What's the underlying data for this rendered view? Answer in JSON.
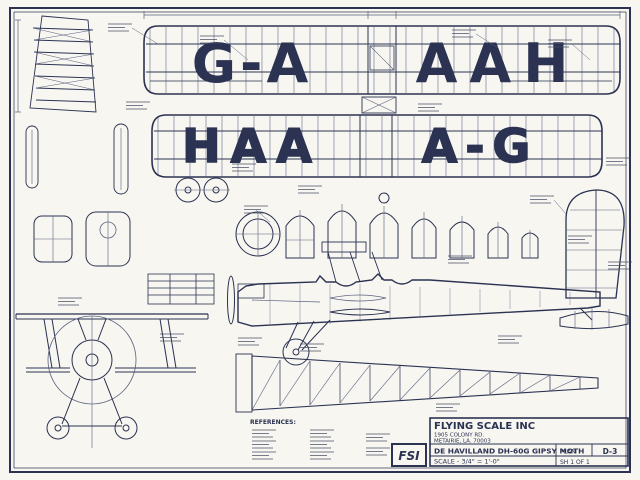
{
  "sheet": {
    "kind": "model aircraft construction plan (scanned blueprint)"
  },
  "registration": {
    "top_wing_left": "G-A",
    "top_wing_right": "AAH",
    "bottom_wing_left": "HAA",
    "bottom_wing_right": "A-G"
  },
  "notes": {
    "references_heading": "REFERENCES:"
  },
  "title_block": {
    "company": "FLYING SCALE INC",
    "address1": "1905 COLONY RD.",
    "address2": "METAIRIE, LA. 70003",
    "subject": "DE HAVILLAND DH-60G GIPSY MOTH",
    "scale": "SCALE - 3/4\" = 1'-0\"",
    "plan_label": "PLAN",
    "plan_number": "D-3",
    "sheet_number": "SH 1 OF 1",
    "logo": "FSI"
  },
  "colors": {
    "ink": "#2b3252",
    "paper": "#f7f6f0"
  }
}
